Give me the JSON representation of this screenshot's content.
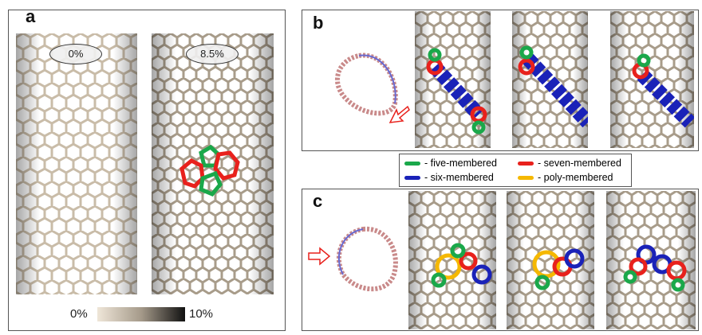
{
  "panels": {
    "a": "a",
    "b": "b",
    "c": "c"
  },
  "strain_labels": [
    "0%",
    "8.5%"
  ],
  "colorbar": {
    "min_label": "0%",
    "max_label": "10%",
    "min_color": "#efe6d8",
    "max_color": "#111111"
  },
  "legend": [
    {
      "label": "- five-membered",
      "color": "#1aa84a"
    },
    {
      "label": "- seven-membered",
      "color": "#e8211c"
    },
    {
      "label": "- six-membered",
      "color": "#1a22b8"
    },
    {
      "label": "- poly-membered",
      "color": "#f5b800"
    }
  ]
}
